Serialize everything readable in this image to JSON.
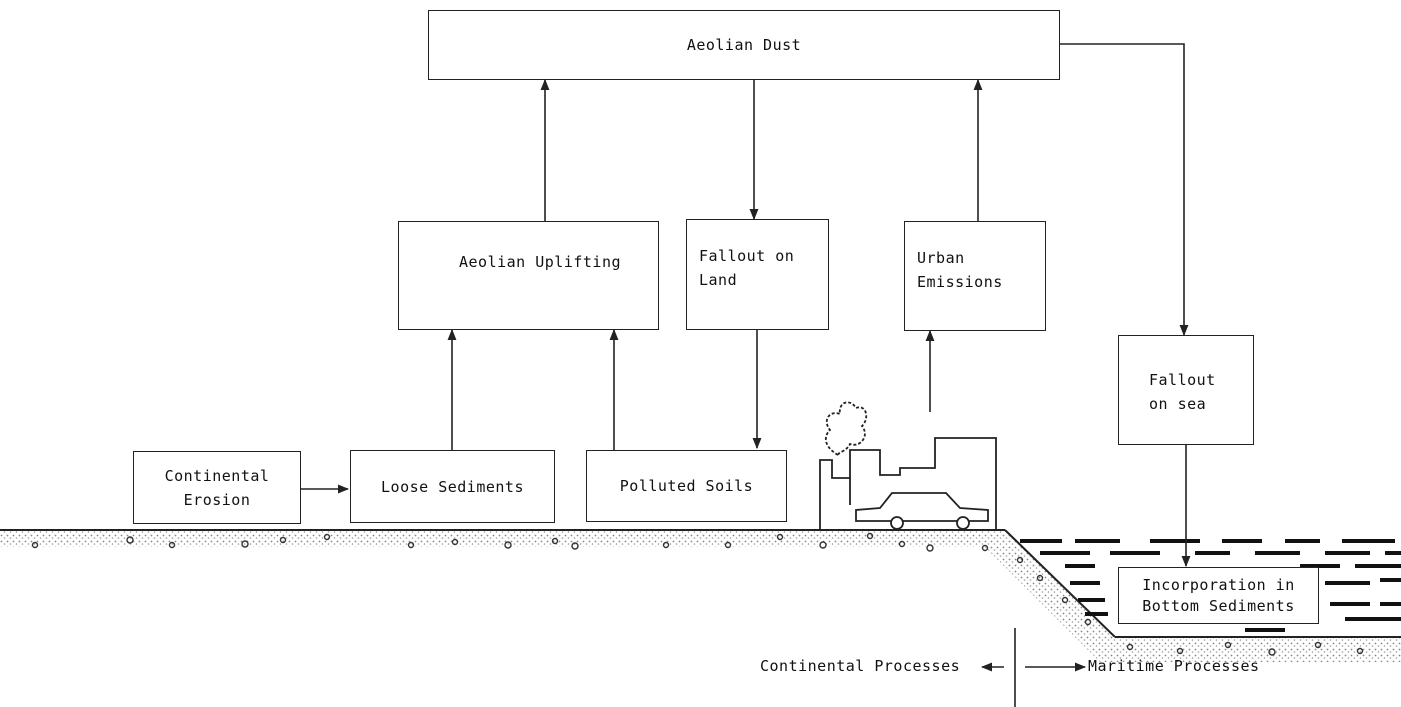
{
  "diagram": {
    "boxes": {
      "aeolian_dust": "Aeolian Dust",
      "aeolian_uplifting": "Aeolian Uplifting",
      "fallout_on_land": [
        "Fallout on",
        "Land"
      ],
      "urban_emissions": [
        "Urban",
        "Emissions"
      ],
      "fallout_on_sea": [
        "Fallout",
        "on sea"
      ],
      "continental_erosion": [
        "Continental",
        "Erosion"
      ],
      "loose_sediments": "Loose Sediments",
      "polluted_soils": "Polluted Soils",
      "incorporation": [
        "Incorporation in",
        "Bottom Sediments"
      ]
    },
    "labels": {
      "continental_processes": "Continental Processes",
      "maritime_processes": "Maritime Processes"
    },
    "colors": {
      "line": "#222222",
      "sediment": "#c8c8c8",
      "water": "#111111"
    }
  }
}
